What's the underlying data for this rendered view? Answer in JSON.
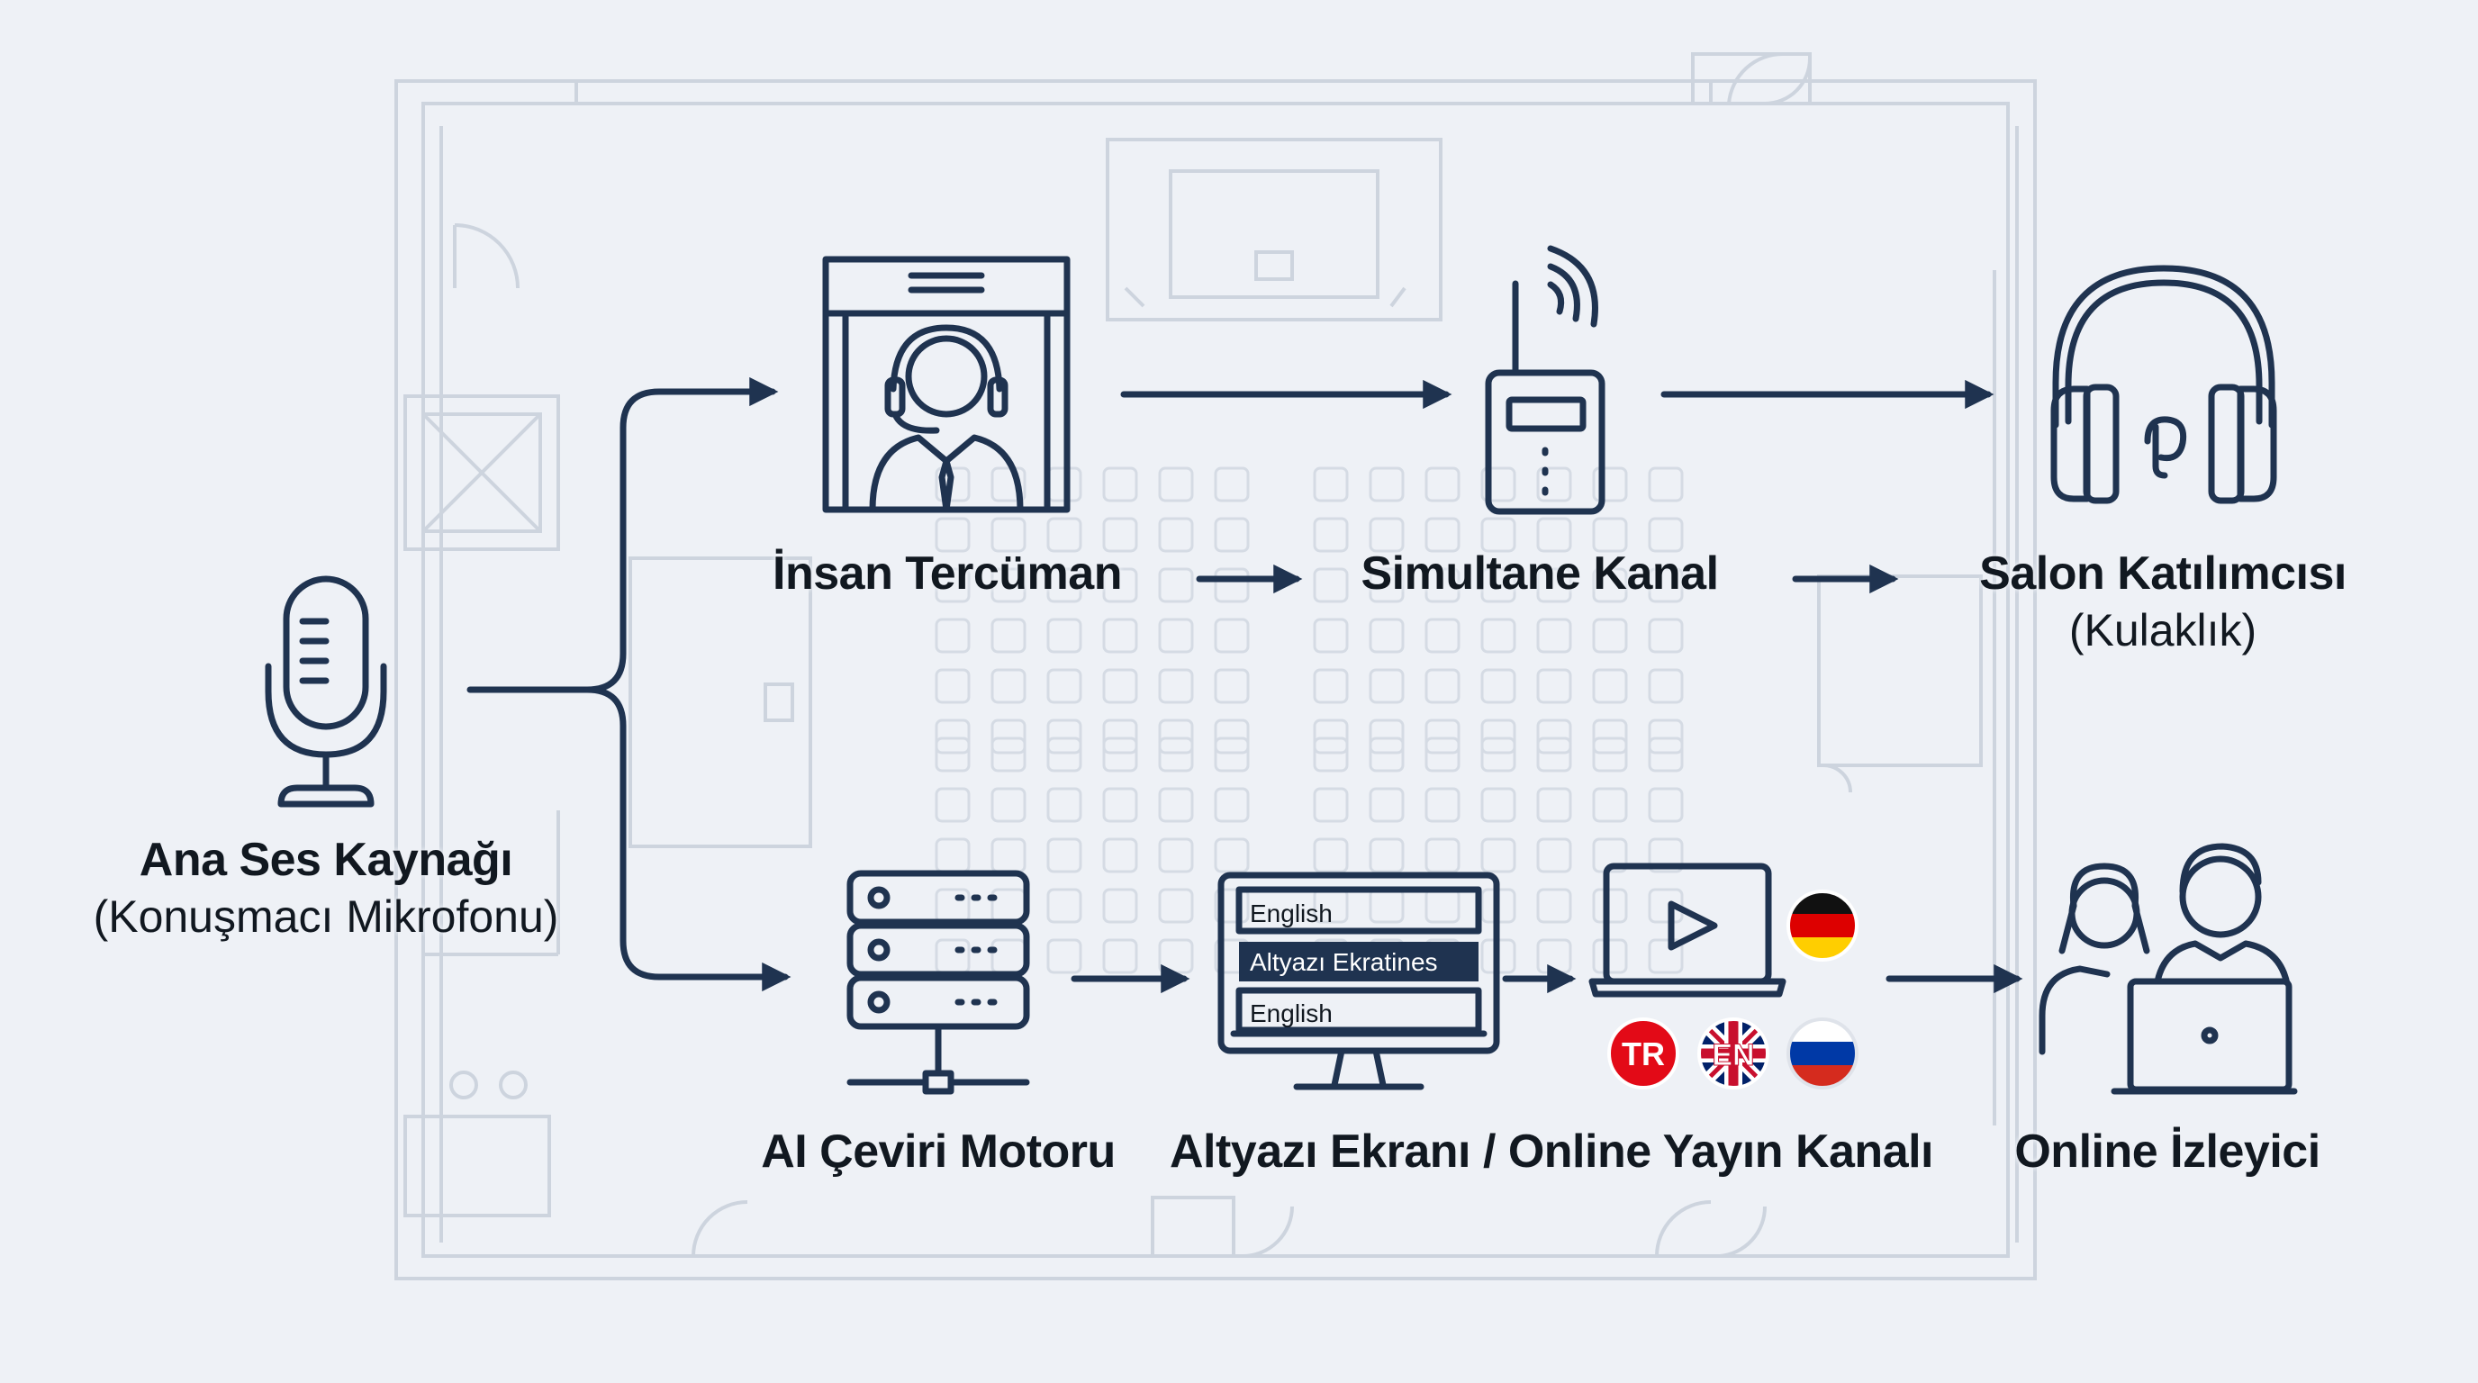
{
  "source": {
    "title": "Ana Ses Kaynağı",
    "subtitle": "(Konuşmacı Mikrofonu)",
    "icon": "microphone-icon"
  },
  "human_path": {
    "interpreter": {
      "label": "İnsan Tercüman",
      "icon": "interpreter-booth-icon"
    },
    "channel": {
      "label": "Simultane Kanal",
      "icon": "receiver-transmitter-icon"
    },
    "listener": {
      "title": "Salon Katılımcısı",
      "subtitle": "(Kulaklık)",
      "icon": "headphones-icon"
    }
  },
  "ai_path": {
    "engine": {
      "label": "AI Çeviri Motoru",
      "icon": "server-stack-icon"
    },
    "screen": {
      "label": "Altyazı Ekranı / Online Yayın Kanalı",
      "icon": "subtitle-monitor-icon",
      "subtitle_lines": [
        "English",
        "Altyazı Ekratines",
        "English"
      ]
    },
    "stream_icon": "laptop-play-icon",
    "flags": [
      {
        "code": "DE",
        "text": "",
        "icon": "germany-flag-icon"
      },
      {
        "code": "TR",
        "text": "TR",
        "icon": "turkey-flag-icon"
      },
      {
        "code": "EN",
        "text": "EN",
        "icon": "uk-flag-icon"
      },
      {
        "code": "RU",
        "text": "",
        "icon": "russia-flag-icon"
      }
    ],
    "viewer": {
      "label": "Online İzleyici",
      "icon": "viewers-laptop-icon"
    }
  },
  "colors": {
    "background": "#eef1f6",
    "line": "#1f3350",
    "floorplan": "#cdd4de",
    "text": "#111820",
    "flag_red": "#e30a17"
  }
}
